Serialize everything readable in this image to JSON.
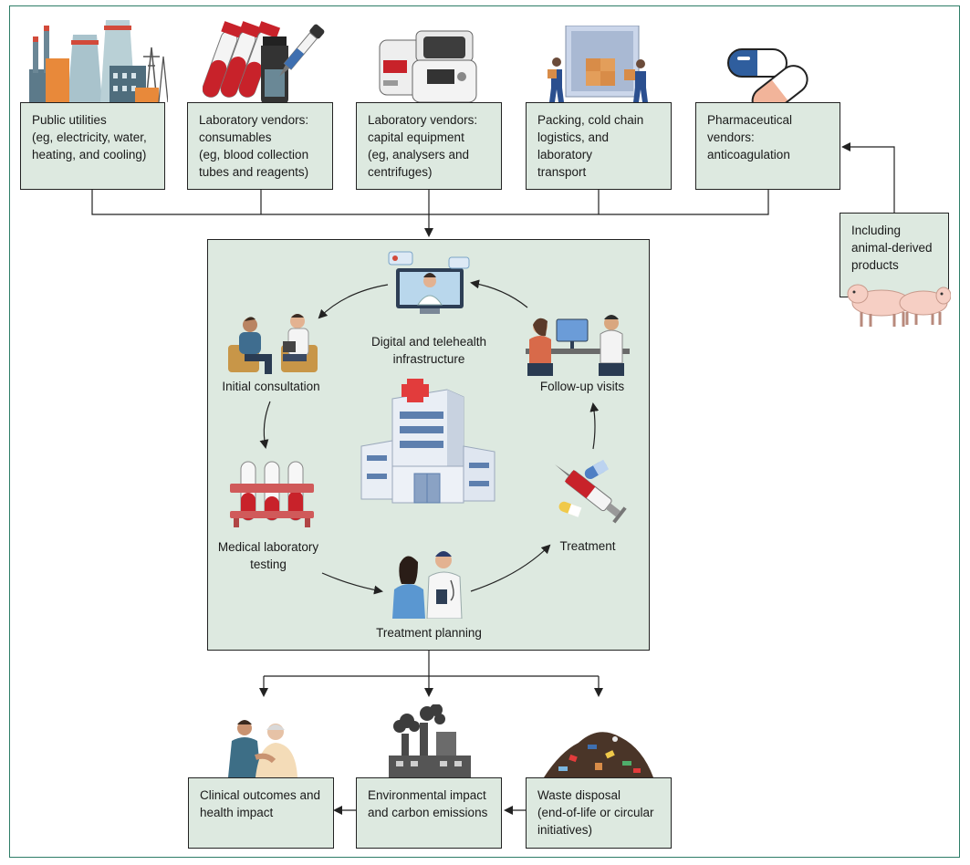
{
  "suppliers": [
    {
      "id": "utilities",
      "lines": [
        "Public utilities",
        "(eg, electricity, water,",
        "heating, and cooling)"
      ],
      "icon": "factory-icon"
    },
    {
      "id": "consumables",
      "lines": [
        "Laboratory vendors:",
        "consumables",
        "(eg, blood collection",
        "tubes and reagents)"
      ],
      "icon": "blood-tubes-icon"
    },
    {
      "id": "capital",
      "lines": [
        "Laboratory vendors:",
        "capital equipment",
        "(eg, analysers and",
        "centrifuges)"
      ],
      "icon": "lab-analyser-icon"
    },
    {
      "id": "logistics",
      "lines": [
        "Packing, cold chain",
        "logistics, and laboratory",
        "transport"
      ],
      "icon": "delivery-truck-icon"
    },
    {
      "id": "pharma",
      "lines": [
        "Pharmaceutical",
        "vendors:",
        "anticoagulation"
      ],
      "icon": "capsule-icon"
    }
  ],
  "animal": {
    "lines": [
      "Including",
      "animal-derived",
      "products"
    ],
    "icon": "pigs-icon"
  },
  "care_cycle": {
    "digital": [
      "Digital and telehealth",
      "infrastructure"
    ],
    "consultation": [
      "Initial consultation"
    ],
    "followup": [
      "Follow-up visits"
    ],
    "lab": [
      "Medical laboratory",
      "testing"
    ],
    "treatment": [
      "Treatment"
    ],
    "planning": [
      "Treatment planning"
    ]
  },
  "outcomes": [
    {
      "id": "clinical",
      "lines": [
        "Clinical outcomes and",
        "health impact"
      ],
      "icon": "nurse-patient-icon"
    },
    {
      "id": "environment",
      "lines": [
        "Environmental impact",
        "and carbon emissions"
      ],
      "icon": "smokestack-icon"
    },
    {
      "id": "waste",
      "lines": [
        "Waste disposal",
        "(end-of-life or circular",
        "initiatives)"
      ],
      "icon": "waste-pile-icon"
    }
  ]
}
